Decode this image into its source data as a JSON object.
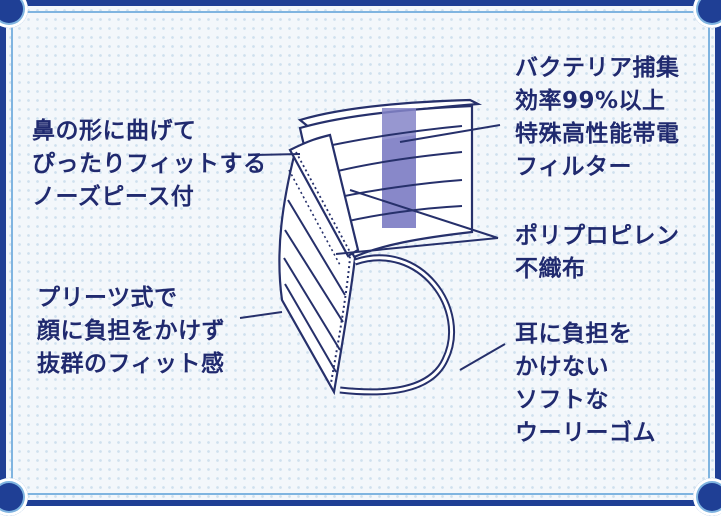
{
  "labels": {
    "nose_piece": [
      "鼻の形に曲げて",
      "ぴったりフィットする",
      "ノーズピース付"
    ],
    "pleats": [
      "プリーツ式で",
      "顔に負担をかけず",
      "抜群のフィット感"
    ],
    "filter": [
      "バクテリア捕集",
      "効率99%以上",
      "特殊高性能帯電",
      "フィルター"
    ],
    "polypropylene": [
      "ポリプロピレン",
      "不織布"
    ],
    "ear_loop": [
      "耳に負担を",
      "かけない",
      "ソフトな",
      "ウーリーゴム"
    ]
  },
  "colors": {
    "frame": "#1f3f95",
    "frame_accent": "#7fb4e0",
    "background": "#f3f7fb",
    "dots": "#cfe0ee",
    "text": "#202a6f",
    "outline": "#26306b",
    "filter_band": "#8585c8",
    "mask_fill": "#ffffff"
  }
}
